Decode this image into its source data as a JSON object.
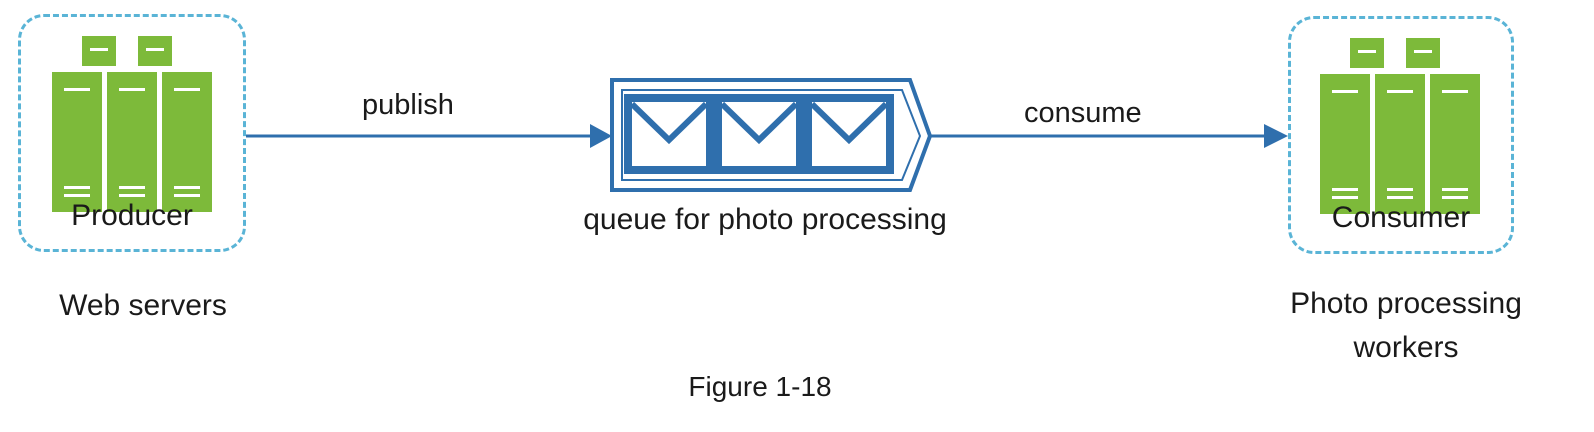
{
  "colors": {
    "server_green": "#7dba3a",
    "server_stripe": "#ffffff",
    "dashed_border": "#5ab4d6",
    "arrow_blue": "#2f6fad",
    "queue_blue": "#2f6fad"
  },
  "producer": {
    "label": "Producer",
    "caption": "Web servers",
    "icon": "server-rack-icon"
  },
  "consumer": {
    "label": "Consumer",
    "caption_line1": "Photo processing",
    "caption_line2": "workers",
    "icon": "server-rack-icon"
  },
  "queue": {
    "label": "queue for photo processing",
    "icon": "envelope-icon",
    "message_count": 3
  },
  "edges": {
    "publish_label": "publish",
    "consume_label": "consume"
  },
  "figure_caption": "Figure 1-18"
}
